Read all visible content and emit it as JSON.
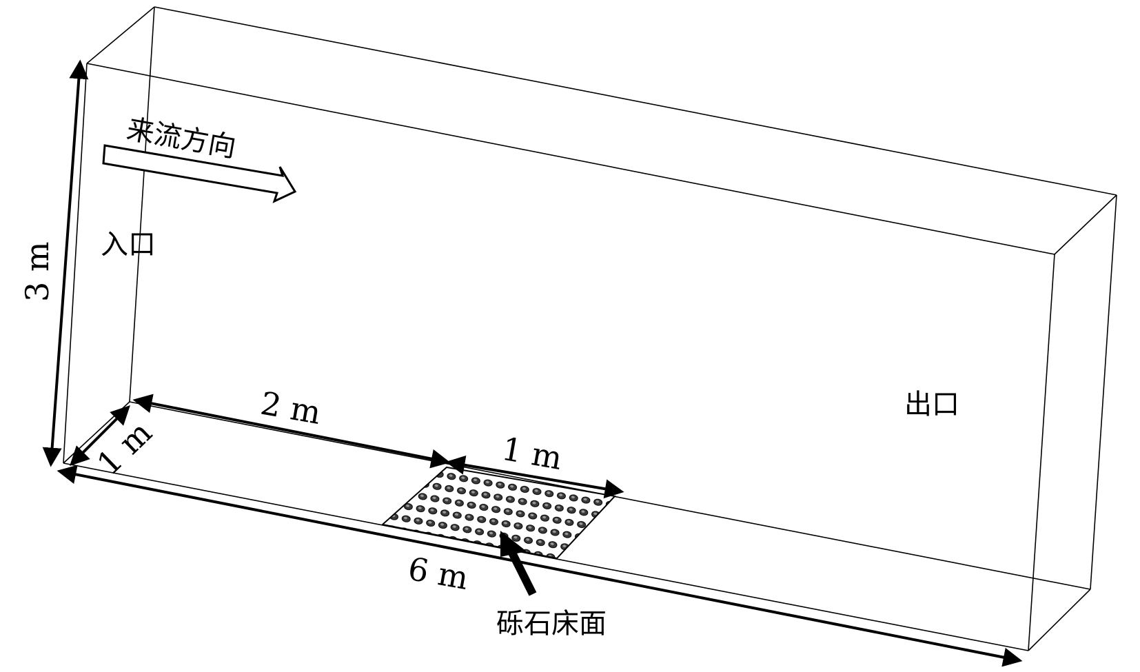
{
  "diagram": {
    "labels": {
      "flow_direction": "来流方向",
      "inlet": "入口",
      "outlet": "出口",
      "gravel_bed": "砾石床面"
    },
    "dimensions": {
      "height": "3 m",
      "width": "1 m",
      "upstream_length": "2 m",
      "bed_length": "1 m",
      "total_length": "6 m"
    },
    "colors": {
      "line": "#000000",
      "background": "#ffffff"
    }
  }
}
